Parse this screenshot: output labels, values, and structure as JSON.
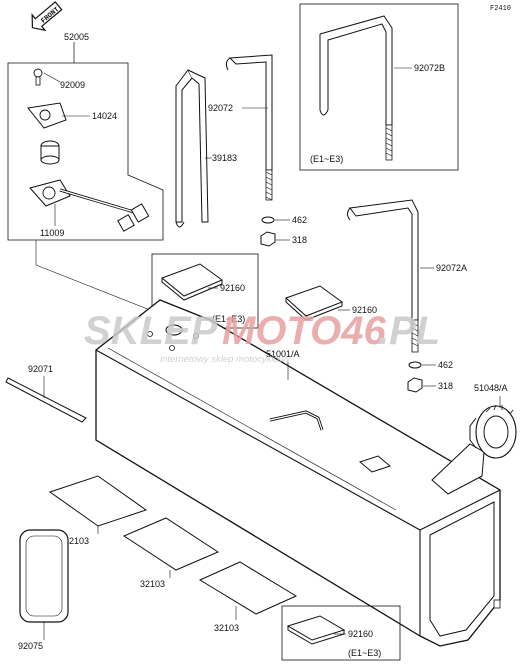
{
  "diagram_code": "F2410",
  "front_label": "FRONT",
  "watermark": {
    "brand_a": "SKLEP",
    "brand_b": "MOTO46",
    "brand_c": ".PL",
    "tagline": "internetowy sklep motocyklowy",
    "color_gray": "#c9c9c9",
    "color_red": "#e8a0a0"
  },
  "parts": {
    "p52005": "52005",
    "p92009": "92009",
    "p14024": "14024",
    "p11009": "11009",
    "p92072": "92072",
    "p39183": "39183",
    "p92072B": "92072B",
    "p92072A": "92072A",
    "p462a": "462",
    "p318a": "318",
    "p462b": "462",
    "p318b": "318",
    "p92160a": "92160",
    "p92160b": "92160",
    "p92160c": "92160",
    "p51001A": "51001/A",
    "p51048A": "51048/A",
    "p92071": "92071",
    "p32103a": "32103",
    "p32103b": "32103",
    "p32103c": "32103",
    "p92075": "92075"
  },
  "notes": {
    "e1e3_a": "(E1~E3)",
    "e1e3_b": "(E1~E3)",
    "e1e3_c": "(E1~E3)"
  }
}
